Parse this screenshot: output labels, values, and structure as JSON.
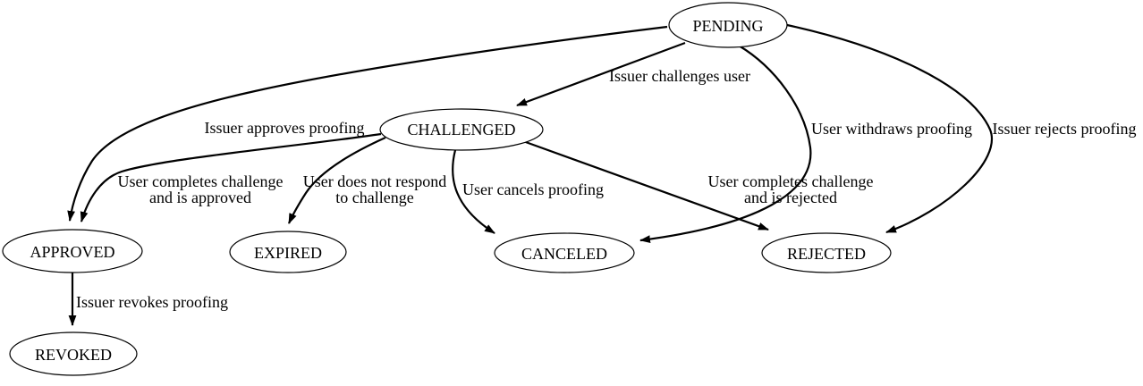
{
  "diagram": {
    "type": "state-machine",
    "background_color": "#ffffff",
    "line_color": "#000000",
    "text_color": "#000000",
    "nodes": [
      {
        "id": "pending",
        "label": "PENDING"
      },
      {
        "id": "challenged",
        "label": "CHALLENGED"
      },
      {
        "id": "approved",
        "label": "APPROVED"
      },
      {
        "id": "expired",
        "label": "EXPIRED"
      },
      {
        "id": "canceled",
        "label": "CANCELED"
      },
      {
        "id": "rejected",
        "label": "REJECTED"
      },
      {
        "id": "revoked",
        "label": "REVOKED"
      }
    ],
    "edges": [
      {
        "from": "PENDING",
        "to": "CHALLENGED",
        "label": "Issuer challenges user",
        "label_lines": [
          "Issuer challenges user"
        ]
      },
      {
        "from": "PENDING",
        "to": "APPROVED",
        "label": "Issuer approves proofing",
        "label_lines": [
          "Issuer approves proofing"
        ]
      },
      {
        "from": "PENDING",
        "to": "CANCELED",
        "label": "User withdraws proofing",
        "label_lines": [
          "User withdraws proofing"
        ]
      },
      {
        "from": "PENDING",
        "to": "REJECTED",
        "label": "Issuer rejects proofing",
        "label_lines": [
          "Issuer rejects proofing"
        ]
      },
      {
        "from": "CHALLENGED",
        "to": "APPROVED",
        "label": "User completes challenge and is approved",
        "label_lines": [
          "User completes challenge",
          "and is approved"
        ]
      },
      {
        "from": "CHALLENGED",
        "to": "EXPIRED",
        "label": "User does not respond to challenge",
        "label_lines": [
          "User does not respond",
          "to challenge"
        ]
      },
      {
        "from": "CHALLENGED",
        "to": "CANCELED",
        "label": "User cancels proofing",
        "label_lines": [
          "User cancels proofing"
        ]
      },
      {
        "from": "CHALLENGED",
        "to": "REJECTED",
        "label": "User completes challenge and is rejected",
        "label_lines": [
          "User completes challenge",
          "and is rejected"
        ]
      },
      {
        "from": "APPROVED",
        "to": "REVOKED",
        "label": "Issuer revokes proofing",
        "label_lines": [
          "Issuer revokes proofing"
        ]
      }
    ]
  }
}
